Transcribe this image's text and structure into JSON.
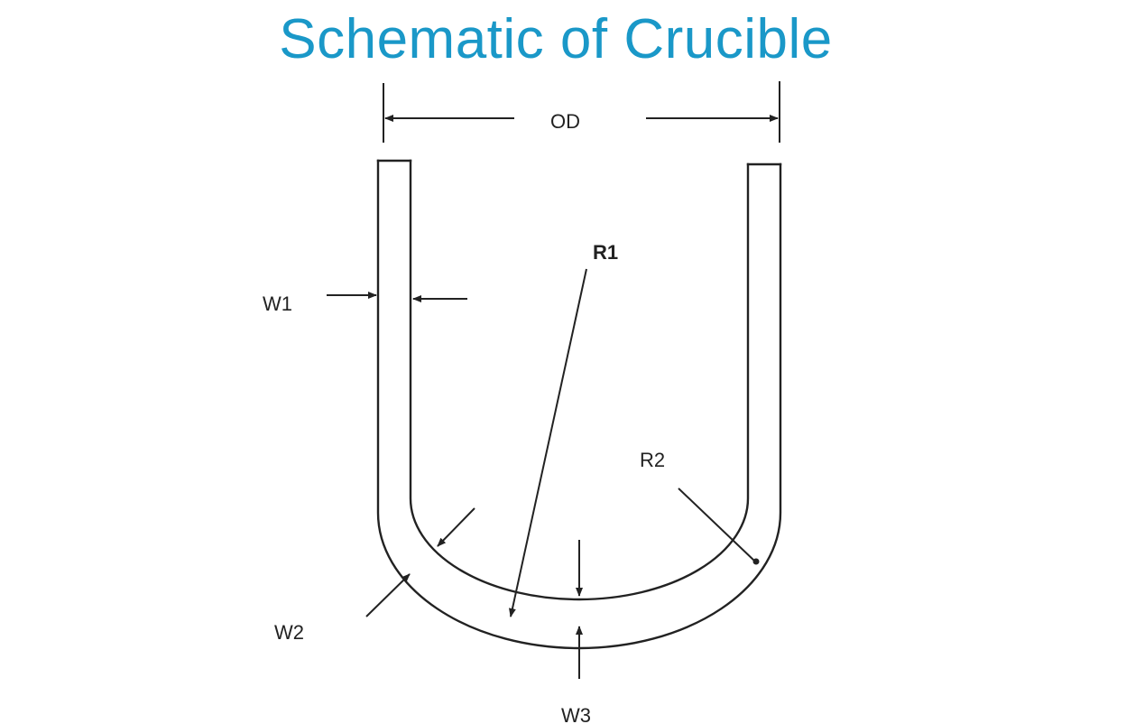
{
  "title": "Schematic of Crucible",
  "labels": {
    "od": "OD",
    "r1": "R1",
    "r2": "R2",
    "w1": "W1",
    "w2": "W2",
    "w3": "W3"
  },
  "colors": {
    "title": "#1a98c8",
    "line": "#222222",
    "background": "#ffffff"
  }
}
